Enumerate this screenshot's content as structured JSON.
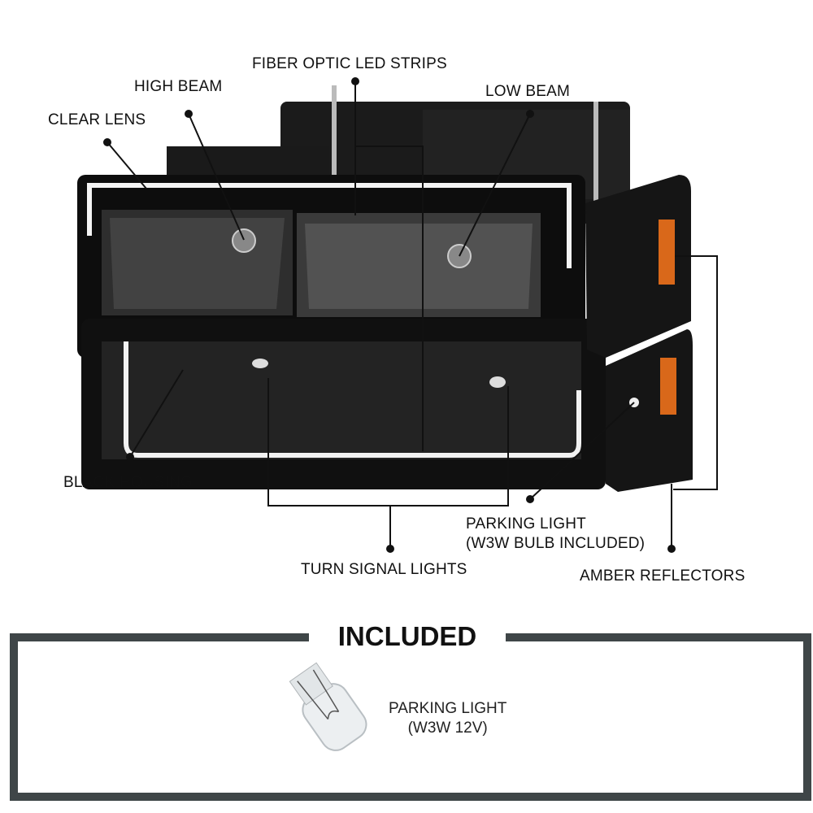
{
  "callouts": {
    "clear_lens": "CLEAR LENS",
    "high_beam": "HIGH BEAM",
    "fiber_optic": "FIBER OPTIC LED STRIPS",
    "low_beam": "LOW BEAM",
    "black_housing": "BLACK HOUSING",
    "turn_signal": "TURN SIGNAL LIGHTS",
    "parking_light_line1": "PARKING LIGHT",
    "parking_light_line2": "(W3W BULB INCLUDED)",
    "amber_reflectors": "AMBER REFLECTORS"
  },
  "included": {
    "title": "INCLUDED",
    "item_line1": "PARKING LIGHT",
    "item_line2": "(W3W 12V)"
  },
  "colors": {
    "housing": "#111111",
    "amber": "#d9681a",
    "frame": "#3f4648"
  }
}
